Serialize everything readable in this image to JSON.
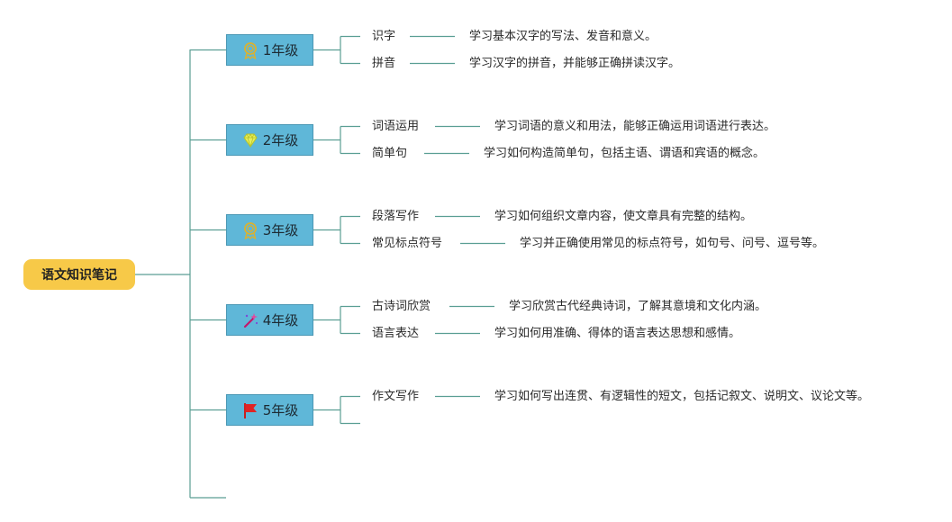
{
  "root": {
    "label": "语文知识笔记"
  },
  "colors": {
    "root_fill": "#f7c948",
    "grade_fill": "#5fb7d8",
    "line": "#5a9e93"
  },
  "grades": [
    {
      "label": "1年级",
      "icon": "award-medal-icon",
      "topics": [
        {
          "title": "识字",
          "desc": "学习基本汉字的写法、发音和意义。"
        },
        {
          "title": "拼音",
          "desc": "学习汉字的拼音，并能够正确拼读汉字。"
        }
      ]
    },
    {
      "label": "2年级",
      "icon": "diamond-icon",
      "topics": [
        {
          "title": "词语运用",
          "desc": "学习词语的意义和用法，能够正确运用词语进行表达。"
        },
        {
          "title": "简单句",
          "desc": "学习如何构造简单句，包括主语、谓语和宾语的概念。"
        }
      ]
    },
    {
      "label": "3年级",
      "icon": "award-medal-icon",
      "topics": [
        {
          "title": "段落写作",
          "desc": "学习如何组织文章内容，使文章具有完整的结构。"
        },
        {
          "title": "常见标点符号",
          "desc": "学习并正确使用常见的标点符号，如句号、问号、逗号等。"
        }
      ]
    },
    {
      "label": "4年级",
      "icon": "magic-wand-icon",
      "topics": [
        {
          "title": "古诗词欣赏",
          "desc": "学习欣赏古代经典诗词，了解其意境和文化内涵。"
        },
        {
          "title": "语言表达",
          "desc": "学习如何用准确、得体的语言表达思想和感情。"
        }
      ]
    },
    {
      "label": "5年级",
      "icon": "red-flag-icon",
      "topics": [
        {
          "title": "作文写作",
          "desc": "学习如何写出连贯、有逻辑性的短文，包括记叙文、说明文、议论文等。"
        }
      ]
    }
  ]
}
